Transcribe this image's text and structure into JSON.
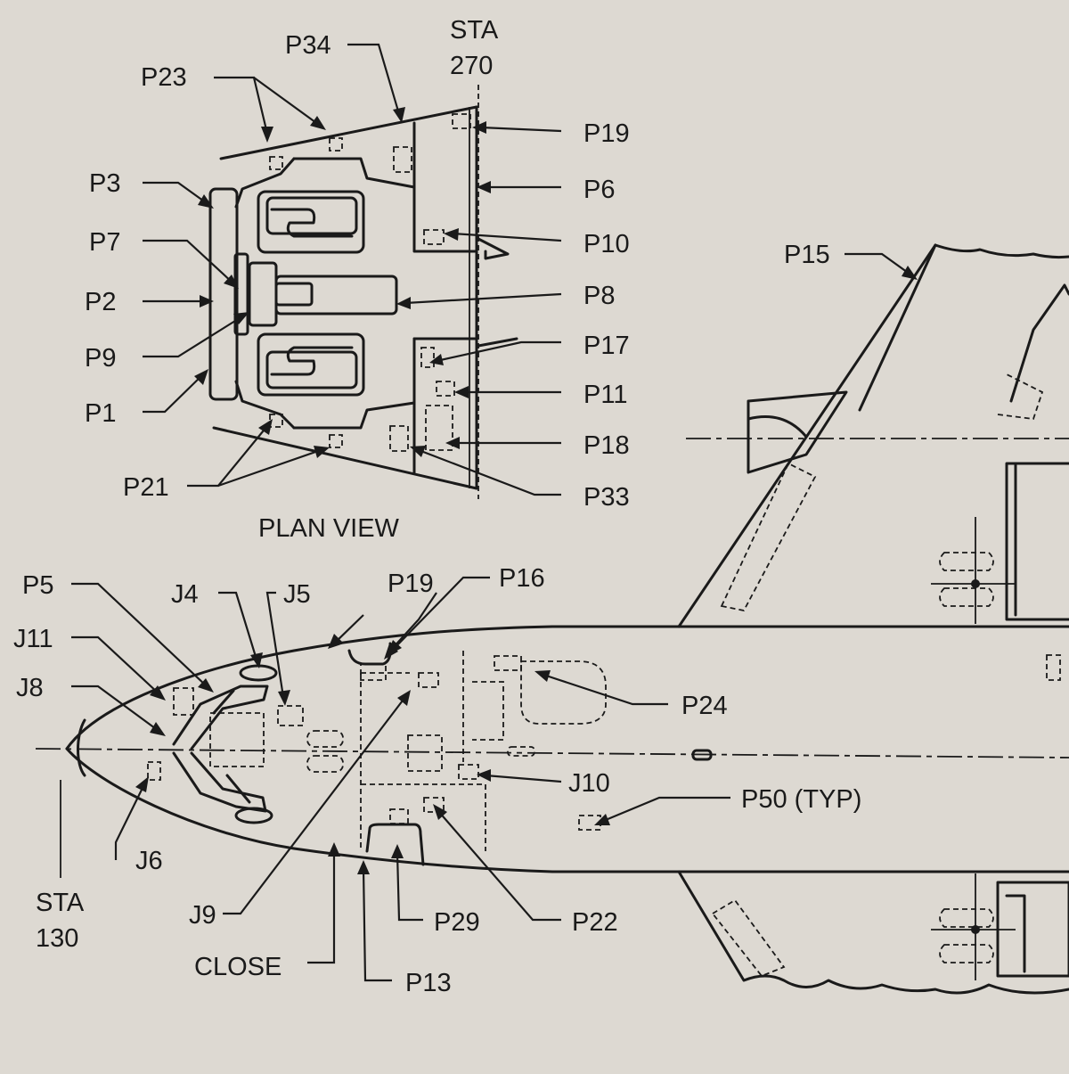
{
  "plan_view": {
    "title": "PLAN VIEW",
    "station_label_1": "STA",
    "station_label_2": "270",
    "callouts": {
      "p23": "P23",
      "p34": "P34",
      "p3": "P3",
      "p7": "P7",
      "p2": "P2",
      "p9": "P9",
      "p1": "P1",
      "p21": "P21",
      "p19": "P19",
      "p6": "P6",
      "p10": "P10",
      "p8": "P8",
      "p17": "P17",
      "p11": "P11",
      "p18": "P18",
      "p33": "P33"
    }
  },
  "side_view": {
    "station_label_1": "STA",
    "station_label_2": "130",
    "callouts": {
      "p15": "P15",
      "p5": "P5",
      "j4": "J4",
      "j5": "J5",
      "p19": "P19",
      "p16": "P16",
      "j11": "J11",
      "j8": "J8",
      "p24": "P24",
      "j10": "J10",
      "p50": "P50 (TYP)",
      "j6": "J6",
      "j9": "J9",
      "close": "CLOSE",
      "p29": "P29",
      "p22": "P22",
      "p13": "P13"
    }
  }
}
